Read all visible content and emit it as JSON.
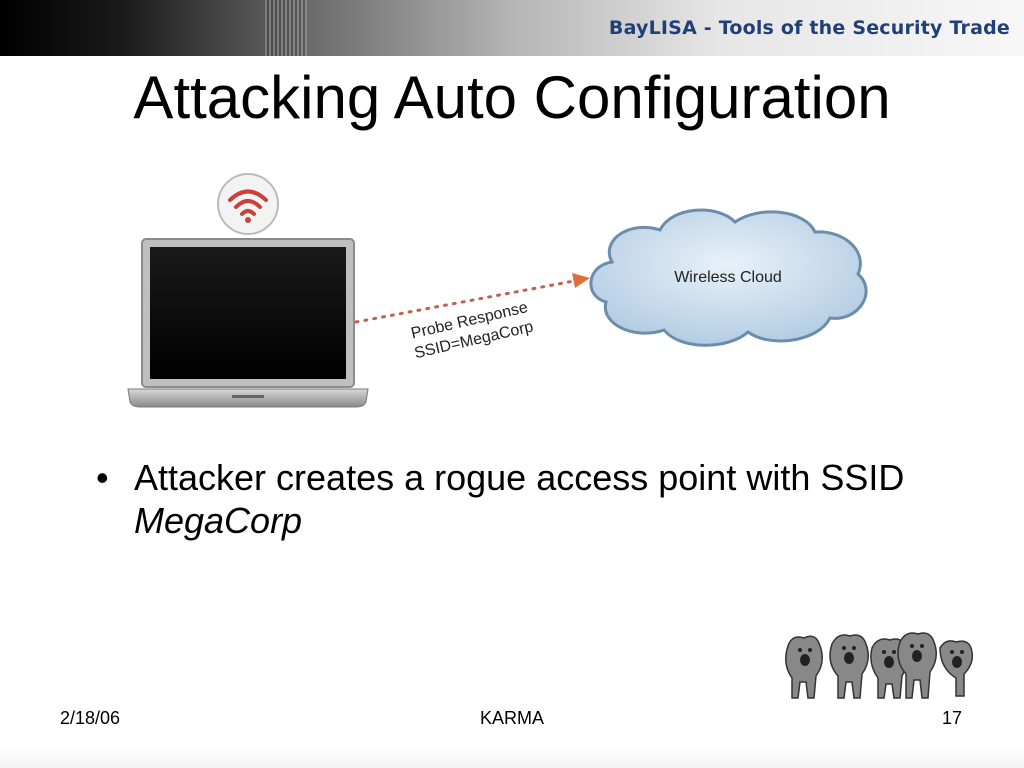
{
  "banner": {
    "title": "BayLISA - Tools of the Security Trade"
  },
  "slide": {
    "title": "Attacking Auto Configuration",
    "bullets": [
      {
        "text": "Attacker creates a rogue access point with SSID ",
        "emphasis": "MegaCorp"
      }
    ]
  },
  "diagram": {
    "cloud_label": "Wireless Cloud",
    "arrow_label_line1": "Probe Response",
    "arrow_label_line2": "SSID=MegaCorp",
    "colors": {
      "wifi_icon": "#c8413a",
      "arrow": "#c06050",
      "arrow_head": "#e0703a",
      "cloud_fill": "#cfe0ef",
      "cloud_stroke": "#6b8cab"
    }
  },
  "footer": {
    "date": "2/18/06",
    "center": "KARMA",
    "page": "17"
  }
}
